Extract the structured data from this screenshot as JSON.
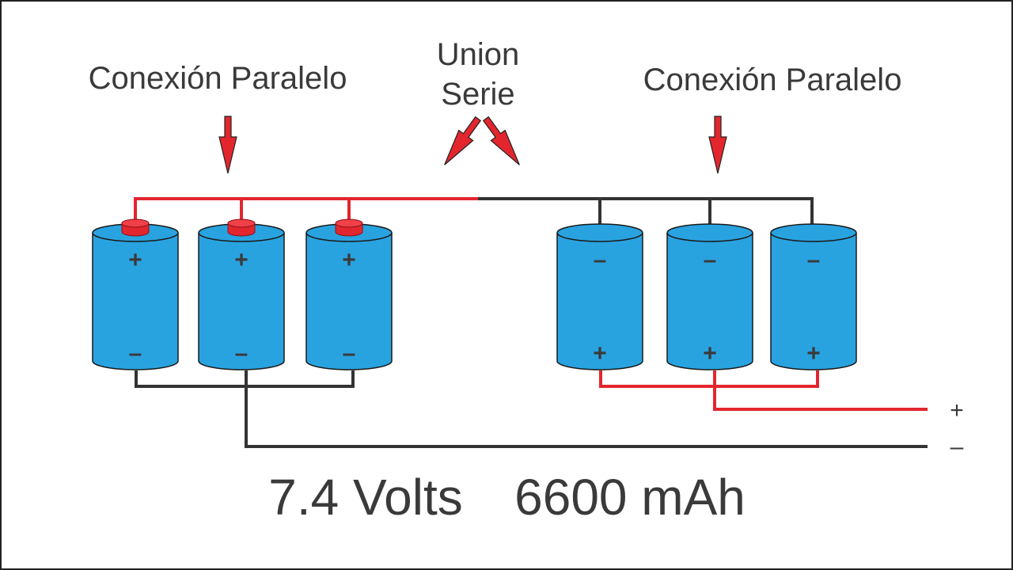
{
  "colors": {
    "battery_fill": "#29a3e0",
    "battery_stroke": "#1a1a1a",
    "red_wire": "#e3262e",
    "black_wire": "#333333",
    "text": "#3a3a3a"
  },
  "labels": {
    "left_title": "Conexión Paralelo",
    "right_title": "Conexión Paralelo",
    "center_title_line1": "Union",
    "center_title_line2": "Serie",
    "rating_voltage": "7.4 Volts",
    "rating_capacity": "6600 mAh",
    "output_positive": "+",
    "output_negative": "–"
  },
  "left_group": {
    "batteries": [
      {
        "top_sign": "+",
        "bottom_sign": "–"
      },
      {
        "top_sign": "+",
        "bottom_sign": "–"
      },
      {
        "top_sign": "+",
        "bottom_sign": "–"
      }
    ]
  },
  "right_group": {
    "batteries": [
      {
        "top_sign": "–",
        "bottom_sign": "+"
      },
      {
        "top_sign": "–",
        "bottom_sign": "+"
      },
      {
        "top_sign": "–",
        "bottom_sign": "+"
      }
    ]
  }
}
